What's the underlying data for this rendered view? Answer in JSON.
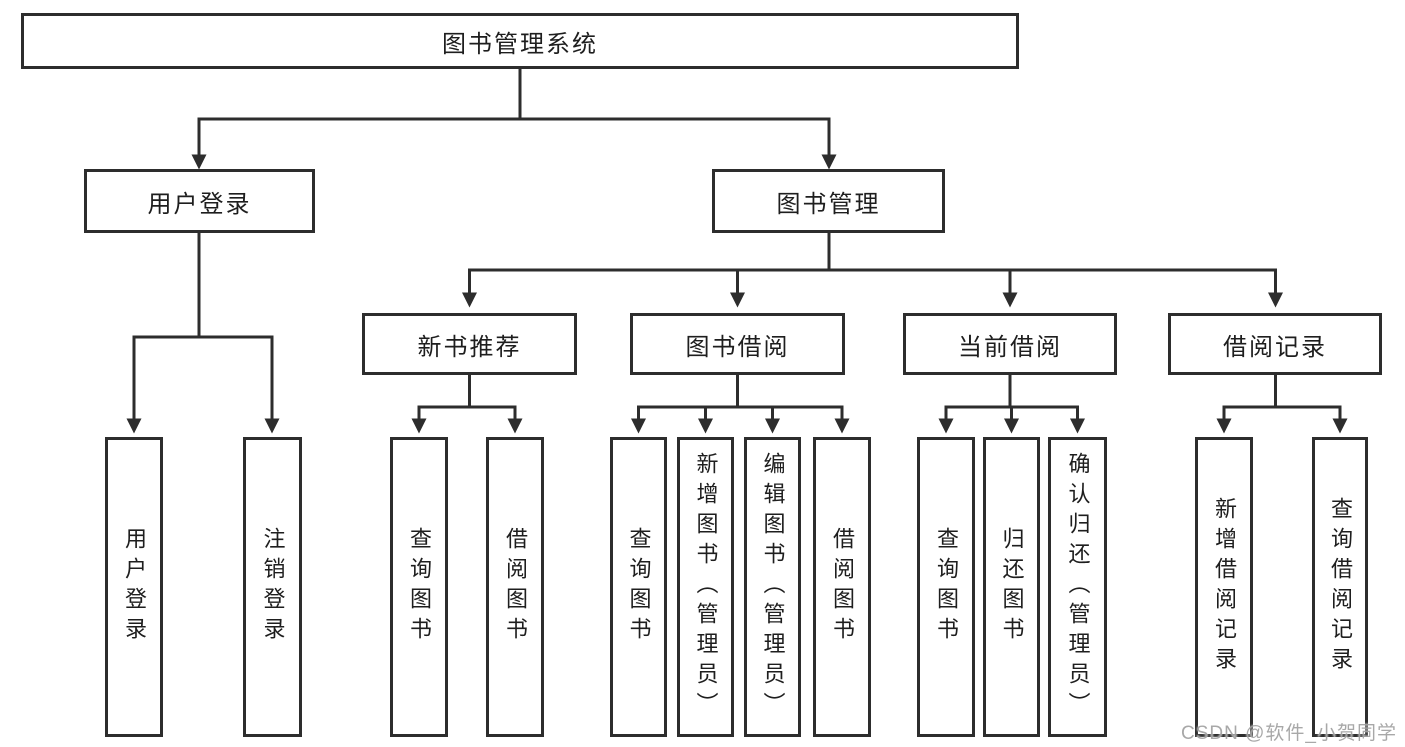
{
  "colors": {
    "line": "#2d2d2d",
    "box_border": "#2d2d2d",
    "box_fill": "#ffffff",
    "text": "#1e1e1e",
    "watermark": "#9e9e9e"
  },
  "diagram": {
    "root": {
      "label": "图书管理系统",
      "children": {
        "user_login": {
          "label": "用户登录",
          "children": {
            "login": {
              "label": "用户登录"
            },
            "logout": {
              "label": "注销登录"
            }
          }
        },
        "book_mgmt": {
          "label": "图书管理",
          "children": {
            "new_book_rec": {
              "label": "新书推荐",
              "children": {
                "query_book": {
                  "label": "查询图书"
                },
                "borrow_book": {
                  "label": "借阅图书"
                }
              }
            },
            "book_borrow": {
              "label": "图书借阅",
              "children": {
                "query_book": {
                  "label": "查询图书"
                },
                "add_book": {
                  "label": "新增图书（管理员）"
                },
                "edit_book": {
                  "label": "编辑图书（管理员）"
                },
                "borrow_book": {
                  "label": "借阅图书"
                }
              }
            },
            "current_borrow": {
              "label": "当前借阅",
              "children": {
                "query_book": {
                  "label": "查询图书"
                },
                "return_book": {
                  "label": "归还图书"
                },
                "confirm_return": {
                  "label": "确认归还（管理员）"
                }
              }
            },
            "borrow_records": {
              "label": "借阅记录",
              "children": {
                "add_record": {
                  "label": "新增借阅记录"
                },
                "query_record": {
                  "label": "查询借阅记录"
                }
              }
            }
          }
        }
      }
    }
  },
  "watermark": {
    "text": "CSDN @软件_小贺同学"
  }
}
